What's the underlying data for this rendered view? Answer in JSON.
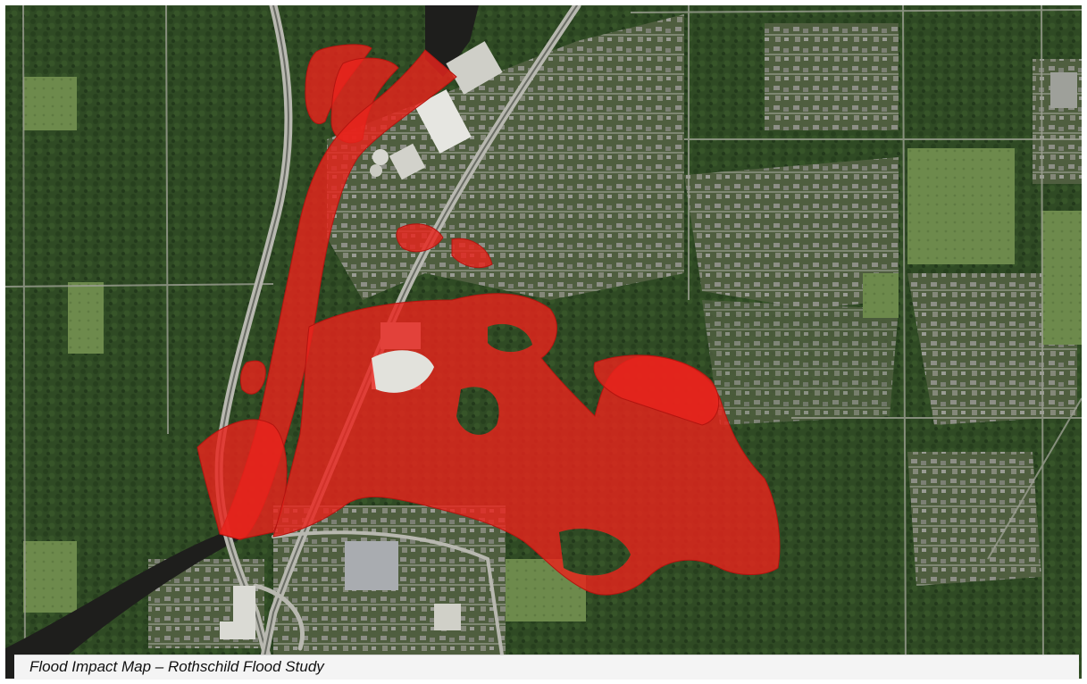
{
  "caption": "Flood Impact Map – Rothschild Flood Study",
  "colors": {
    "forest": "#2f4a24",
    "forest_dark": "#1f3418",
    "field": "#6f8a4e",
    "urban": "#7f8478",
    "river": "#1e1e1c",
    "road": "#b8b8b0",
    "building": "#d9d9d4",
    "flood": "#e8231c",
    "flood_opacity": 0.82
  },
  "icons": {
    "flood_zone": "flood-extent-polygon",
    "river": "river-channel"
  }
}
